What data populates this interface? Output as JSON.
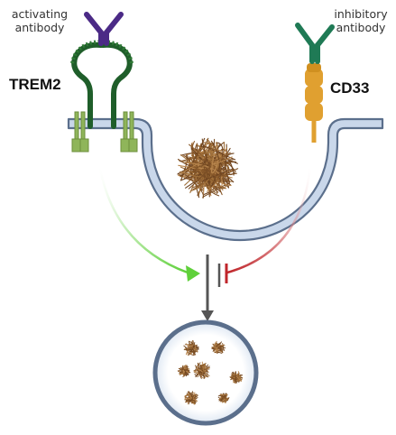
{
  "labels": {
    "activating_line1": "activating",
    "activating_line2": "antibody",
    "inhibitory_line1": "inhibitory",
    "inhibitory_line2": "antibody",
    "trem2": "TREM2",
    "cd33": "CD33"
  },
  "colors": {
    "membrane_fill": "#c9d7ea",
    "membrane_stroke": "#5b6f8c",
    "trem2_green": "#1f5e2a",
    "adaptor_green": "#8fb55a",
    "activating_purple": "#4b2a86",
    "inhibitory_teal": "#1f7a55",
    "cd33_orange": "#e0a030",
    "activation_arrow": "#5fd03a",
    "inhibition_arrow": "#c0262b",
    "output_arrow": "#555555",
    "aggregate_brown": "#8a5a2b"
  }
}
